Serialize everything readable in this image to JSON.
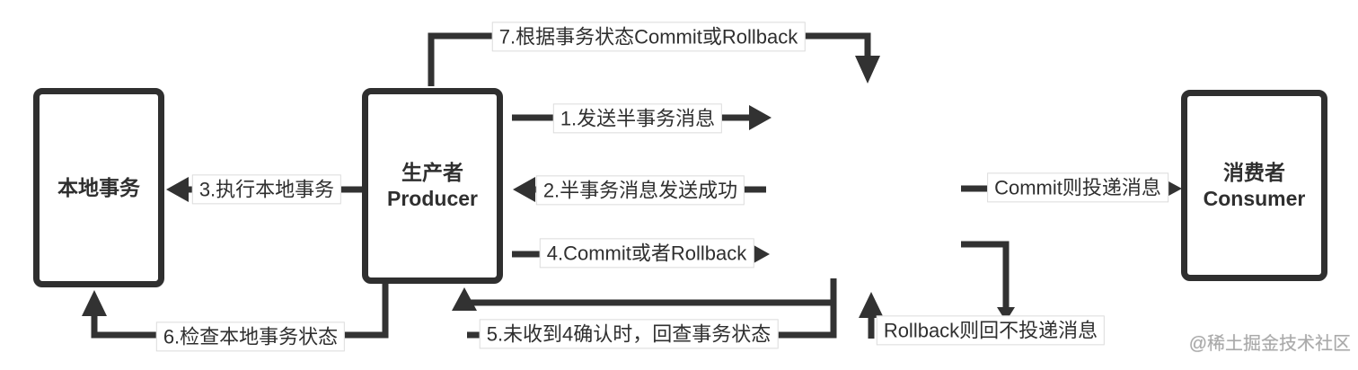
{
  "diagram": {
    "background_color": "#ffffff",
    "line_color": "#323232",
    "nodes": {
      "local_transaction": {
        "label": "本地事务"
      },
      "producer": {
        "label_zh": "生产者",
        "label_en": "Producer"
      },
      "consumer": {
        "label_zh": "消费者",
        "label_en": "Consumer"
      }
    },
    "edges": {
      "step1": "1.发送半事务消息",
      "step2": "2.半事务消息发送成功",
      "step3": "3.执行本地事务",
      "step4": "4.Commit或者Rollback",
      "step5": "5.未收到4确认时，回查事务状态",
      "step6": "6.检查本地事务状态",
      "step7": "7.根据事务状态Commit或Rollback",
      "commit_branch": "Commit则投递消息",
      "rollback_branch": "Rollback则回不投递消息"
    },
    "watermark": "@稀土掘金技术社区"
  }
}
